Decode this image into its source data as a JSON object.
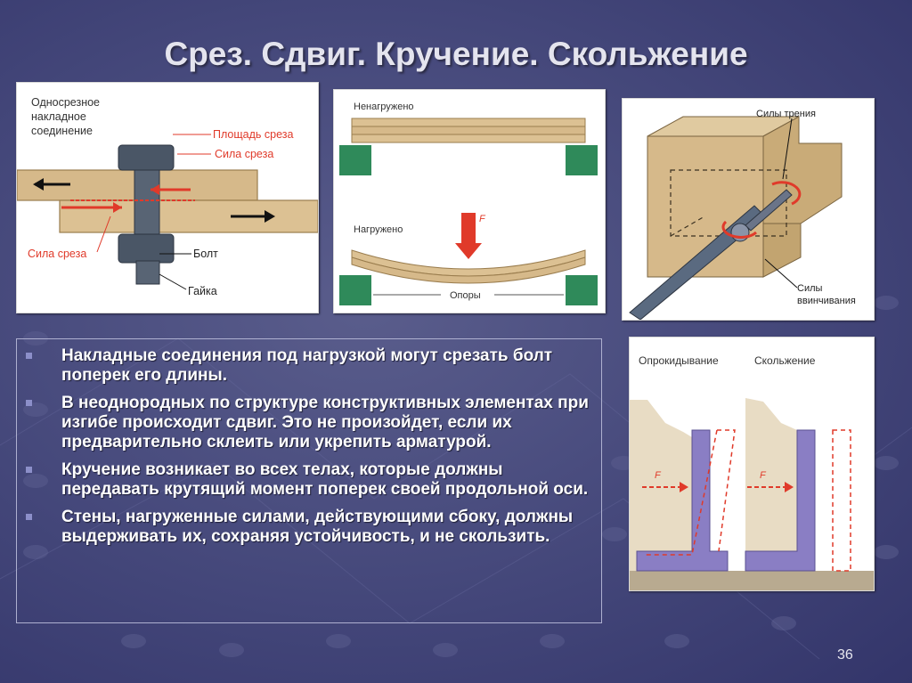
{
  "slide": {
    "title": "Срез. Сдвиг. Кручение. Скольжение",
    "page_number": "36"
  },
  "figures": {
    "bolt": {
      "joint_label": [
        "Односрезное",
        "накладное",
        "соединение"
      ],
      "shear_area": "Площадь среза",
      "shear_force_top": "Сила среза",
      "shear_force_left": "Сила среза",
      "bolt": "Болт",
      "nut": "Гайка"
    },
    "beam": {
      "unloaded": "Ненагружено",
      "loaded": "Нагружено",
      "force": "F",
      "supports": "Опоры"
    },
    "torsion": {
      "friction": "Силы трения",
      "screwing": [
        "Силы",
        "ввинчивания"
      ]
    },
    "wall": {
      "overturning": "Опрокидывание",
      "sliding": "Скольжение",
      "force_left": "F",
      "force_right": "F"
    }
  },
  "bullets": [
    "Накладные соединения под нагрузкой могут срезать болт поперек его длины.",
    "В неоднородных по структуре конструктивных элементах при изгибе происходит сдвиг. Это не произойдет, если их предварительно склеить или укрепить арматурой.",
    "Кручение возникает во всех телах, которые должны передавать крутящий момент поперек своей продольной оси.",
    "Стены, нагруженные силами, действующими сбоку, должны выдерживать их, сохраняя устойчивость, и не скользить."
  ],
  "colors": {
    "background": "#44477a",
    "wood": "#d6b98a",
    "bolt": "#4a5666",
    "force_red": "#e03a2a",
    "support_green": "#2f8a5a",
    "wall_purple": "#8a7ec4"
  }
}
